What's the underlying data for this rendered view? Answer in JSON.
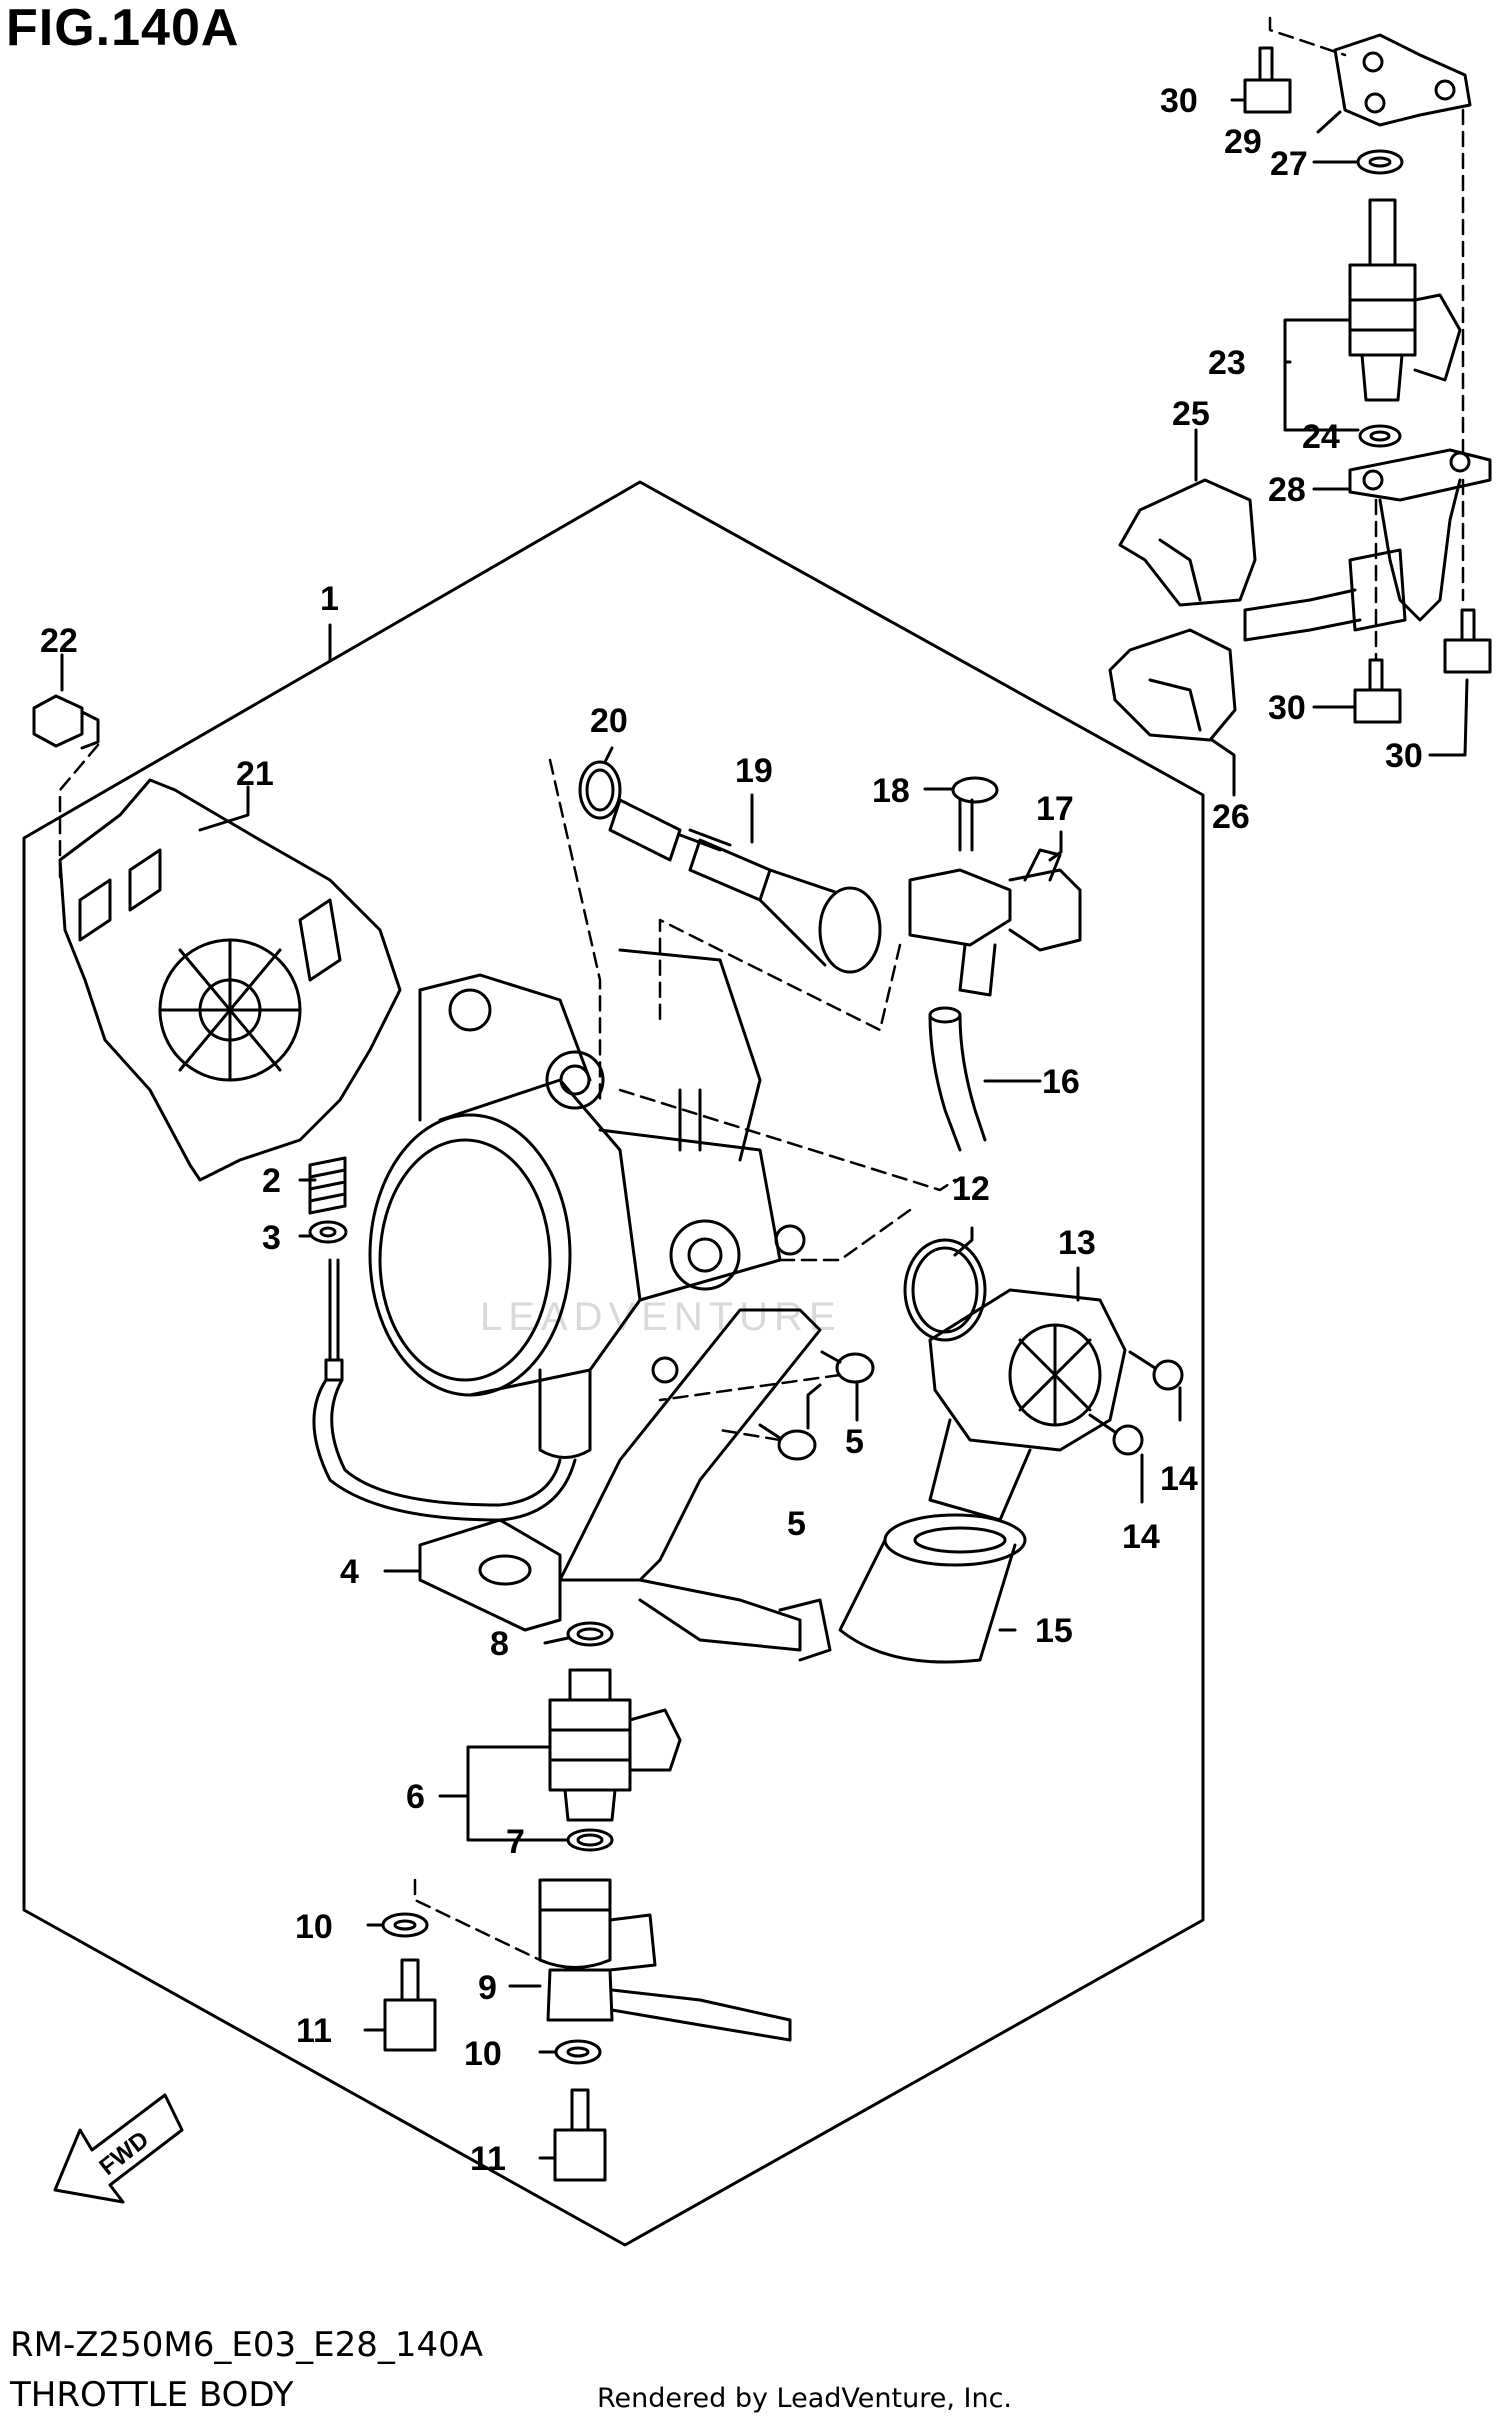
{
  "figure": {
    "title": "FIG.140A"
  },
  "callouts": {
    "c1": "1",
    "c2": "2",
    "c3": "3",
    "c4": "4",
    "c5a": "5",
    "c5b": "5",
    "c6": "6",
    "c7": "7",
    "c8": "8",
    "c9": "9",
    "c10a": "10",
    "c10b": "10",
    "c11a": "11",
    "c11b": "11",
    "c12": "12",
    "c13": "13",
    "c14a": "14",
    "c14b": "14",
    "c15": "15",
    "c16": "16",
    "c17": "17",
    "c18": "18",
    "c19": "19",
    "c20": "20",
    "c21": "21",
    "c22": "22",
    "c23": "23",
    "c24": "24",
    "c25": "25",
    "c26": "26",
    "c27": "27",
    "c28": "28",
    "c29": "29",
    "c30a": "30",
    "c30b": "30",
    "c30c": "30"
  },
  "fwd_label": "FWD",
  "watermark": "LEADVENTURE",
  "footer": {
    "diagram_code": "RM-Z250M6_E03_E28_140A",
    "section_name": "THROTTLE BODY",
    "credit": "Rendered by LeadVenture, Inc."
  }
}
